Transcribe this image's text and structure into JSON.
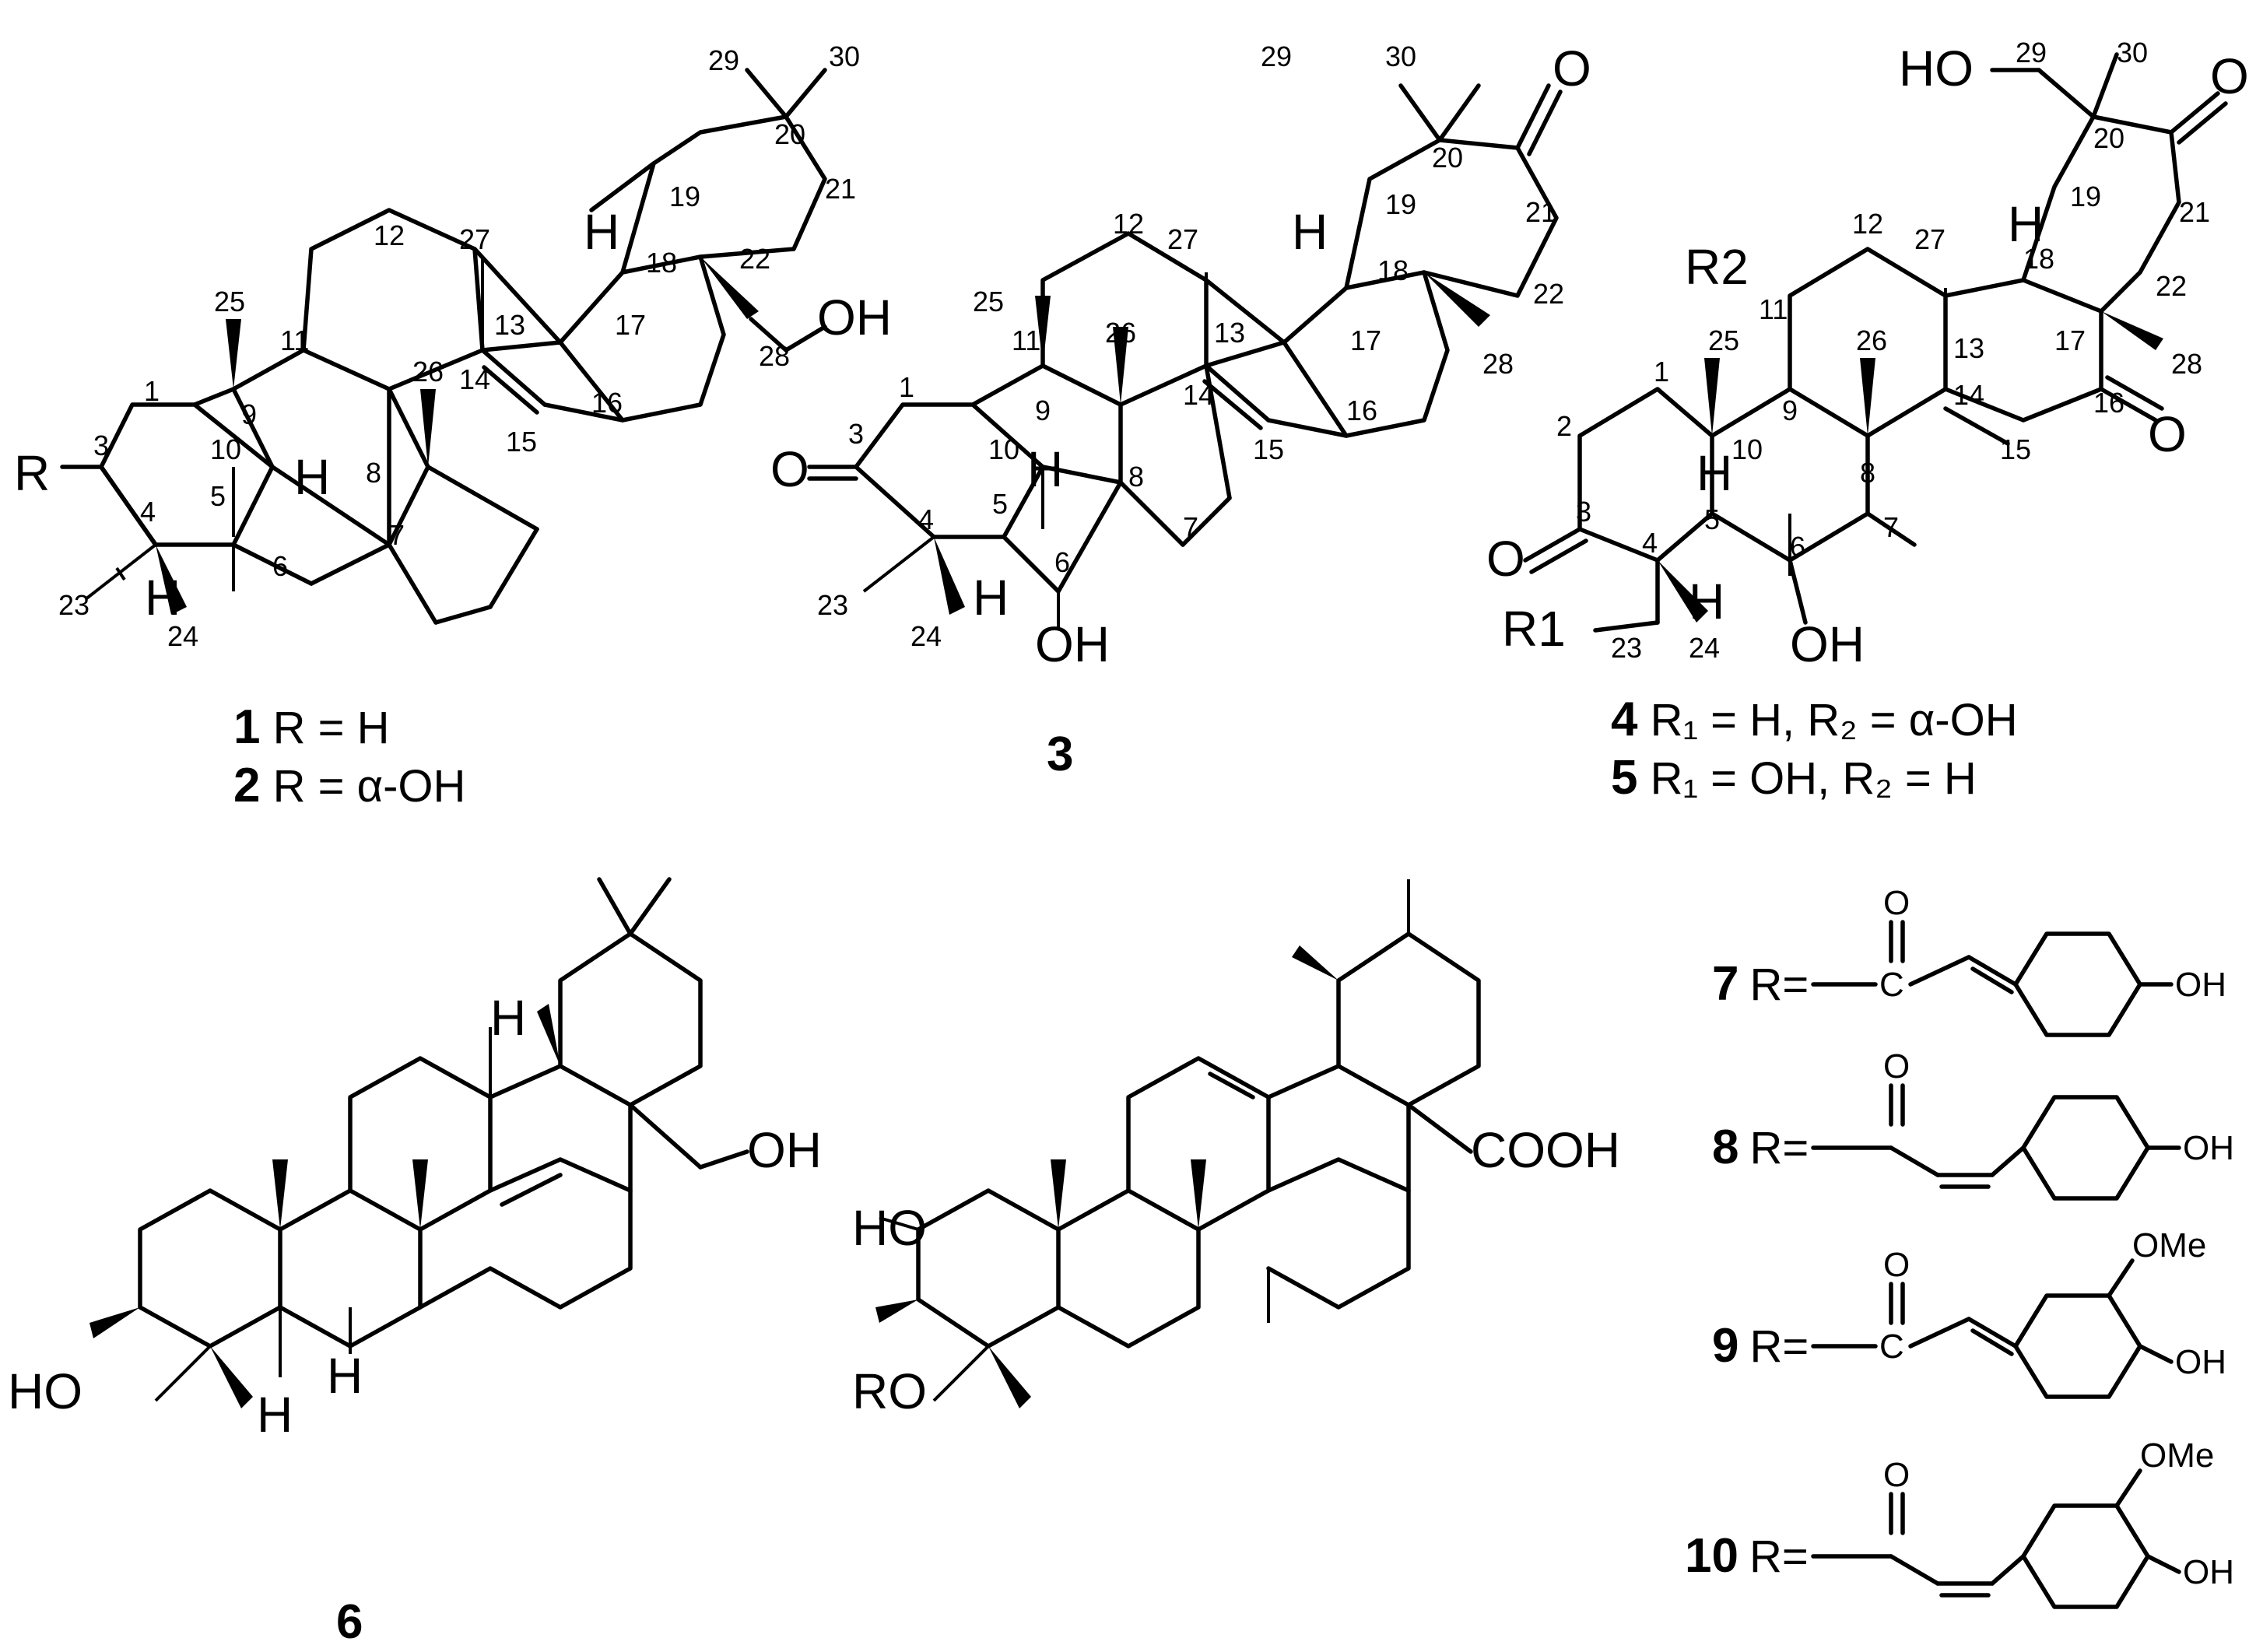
{
  "structures": {
    "s1": {
      "atom_labels": [
        "R",
        "H",
        "H",
        "H",
        "OH"
      ],
      "numbers": [
        "1",
        "3",
        "4",
        "5",
        "6",
        "7",
        "8",
        "9",
        "10",
        "11",
        "12",
        "13",
        "14",
        "15",
        "16",
        "17",
        "18",
        "19",
        "20",
        "21",
        "22",
        "23",
        "24",
        "25",
        "26",
        "27",
        "28",
        "29",
        "30"
      ],
      "caption_lines": [
        {
          "bold": "1",
          "text": " R = H"
        },
        {
          "bold": "2",
          "text": " R = α-OH"
        }
      ]
    },
    "s3": {
      "atom_labels": [
        "O",
        "H",
        "H",
        "OH",
        "H",
        "O"
      ],
      "numbers": [
        "1",
        "3",
        "4",
        "5",
        "6",
        "7",
        "8",
        "9",
        "10",
        "11",
        "12",
        "13",
        "14",
        "15",
        "16",
        "17",
        "18",
        "19",
        "20",
        "21",
        "22",
        "23",
        "24",
        "25",
        "26",
        "27",
        "28",
        "29",
        "30"
      ],
      "caption_bold": "3"
    },
    "s4": {
      "atom_labels": [
        "HO",
        "O",
        "R2",
        "H",
        "H",
        "O",
        "H",
        "OH",
        "O",
        "R1"
      ],
      "numbers": [
        "1",
        "2",
        "3",
        "4",
        "5",
        "6",
        "7",
        "8",
        "9",
        "10",
        "11",
        "12",
        "13",
        "14",
        "15",
        "16",
        "17",
        "18",
        "19",
        "20",
        "21",
        "22",
        "23",
        "24",
        "25",
        "26",
        "27",
        "28",
        "29",
        "30"
      ],
      "caption_lines": [
        {
          "bold": "4",
          "text": " R₁ = H, R₂ = α-OH"
        },
        {
          "bold": "5",
          "text": " R₁ = OH, R₂ = H"
        }
      ]
    },
    "s6": {
      "atom_labels": [
        "H",
        "OH",
        "H",
        "HO",
        "H"
      ],
      "caption_bold": "6"
    },
    "s_ursolic": {
      "atom_labels": [
        "HO",
        "RO",
        "COOH"
      ]
    },
    "substituents": [
      {
        "id": "7",
        "prefix": "R=",
        "carbonyl_C": "C",
        "O": "O",
        "groups": [
          "OH"
        ],
        "geometry": "E"
      },
      {
        "id": "8",
        "prefix": "R=",
        "O": "O",
        "groups": [
          "OH"
        ],
        "geometry": "Z"
      },
      {
        "id": "9",
        "prefix": "R=",
        "carbonyl_C": "C",
        "O": "O",
        "groups": [
          "OMe",
          "OH"
        ],
        "geometry": "E"
      },
      {
        "id": "10",
        "prefix": "R=",
        "O": "O",
        "groups": [
          "OMe",
          "OH"
        ],
        "geometry": "Z"
      }
    ]
  }
}
